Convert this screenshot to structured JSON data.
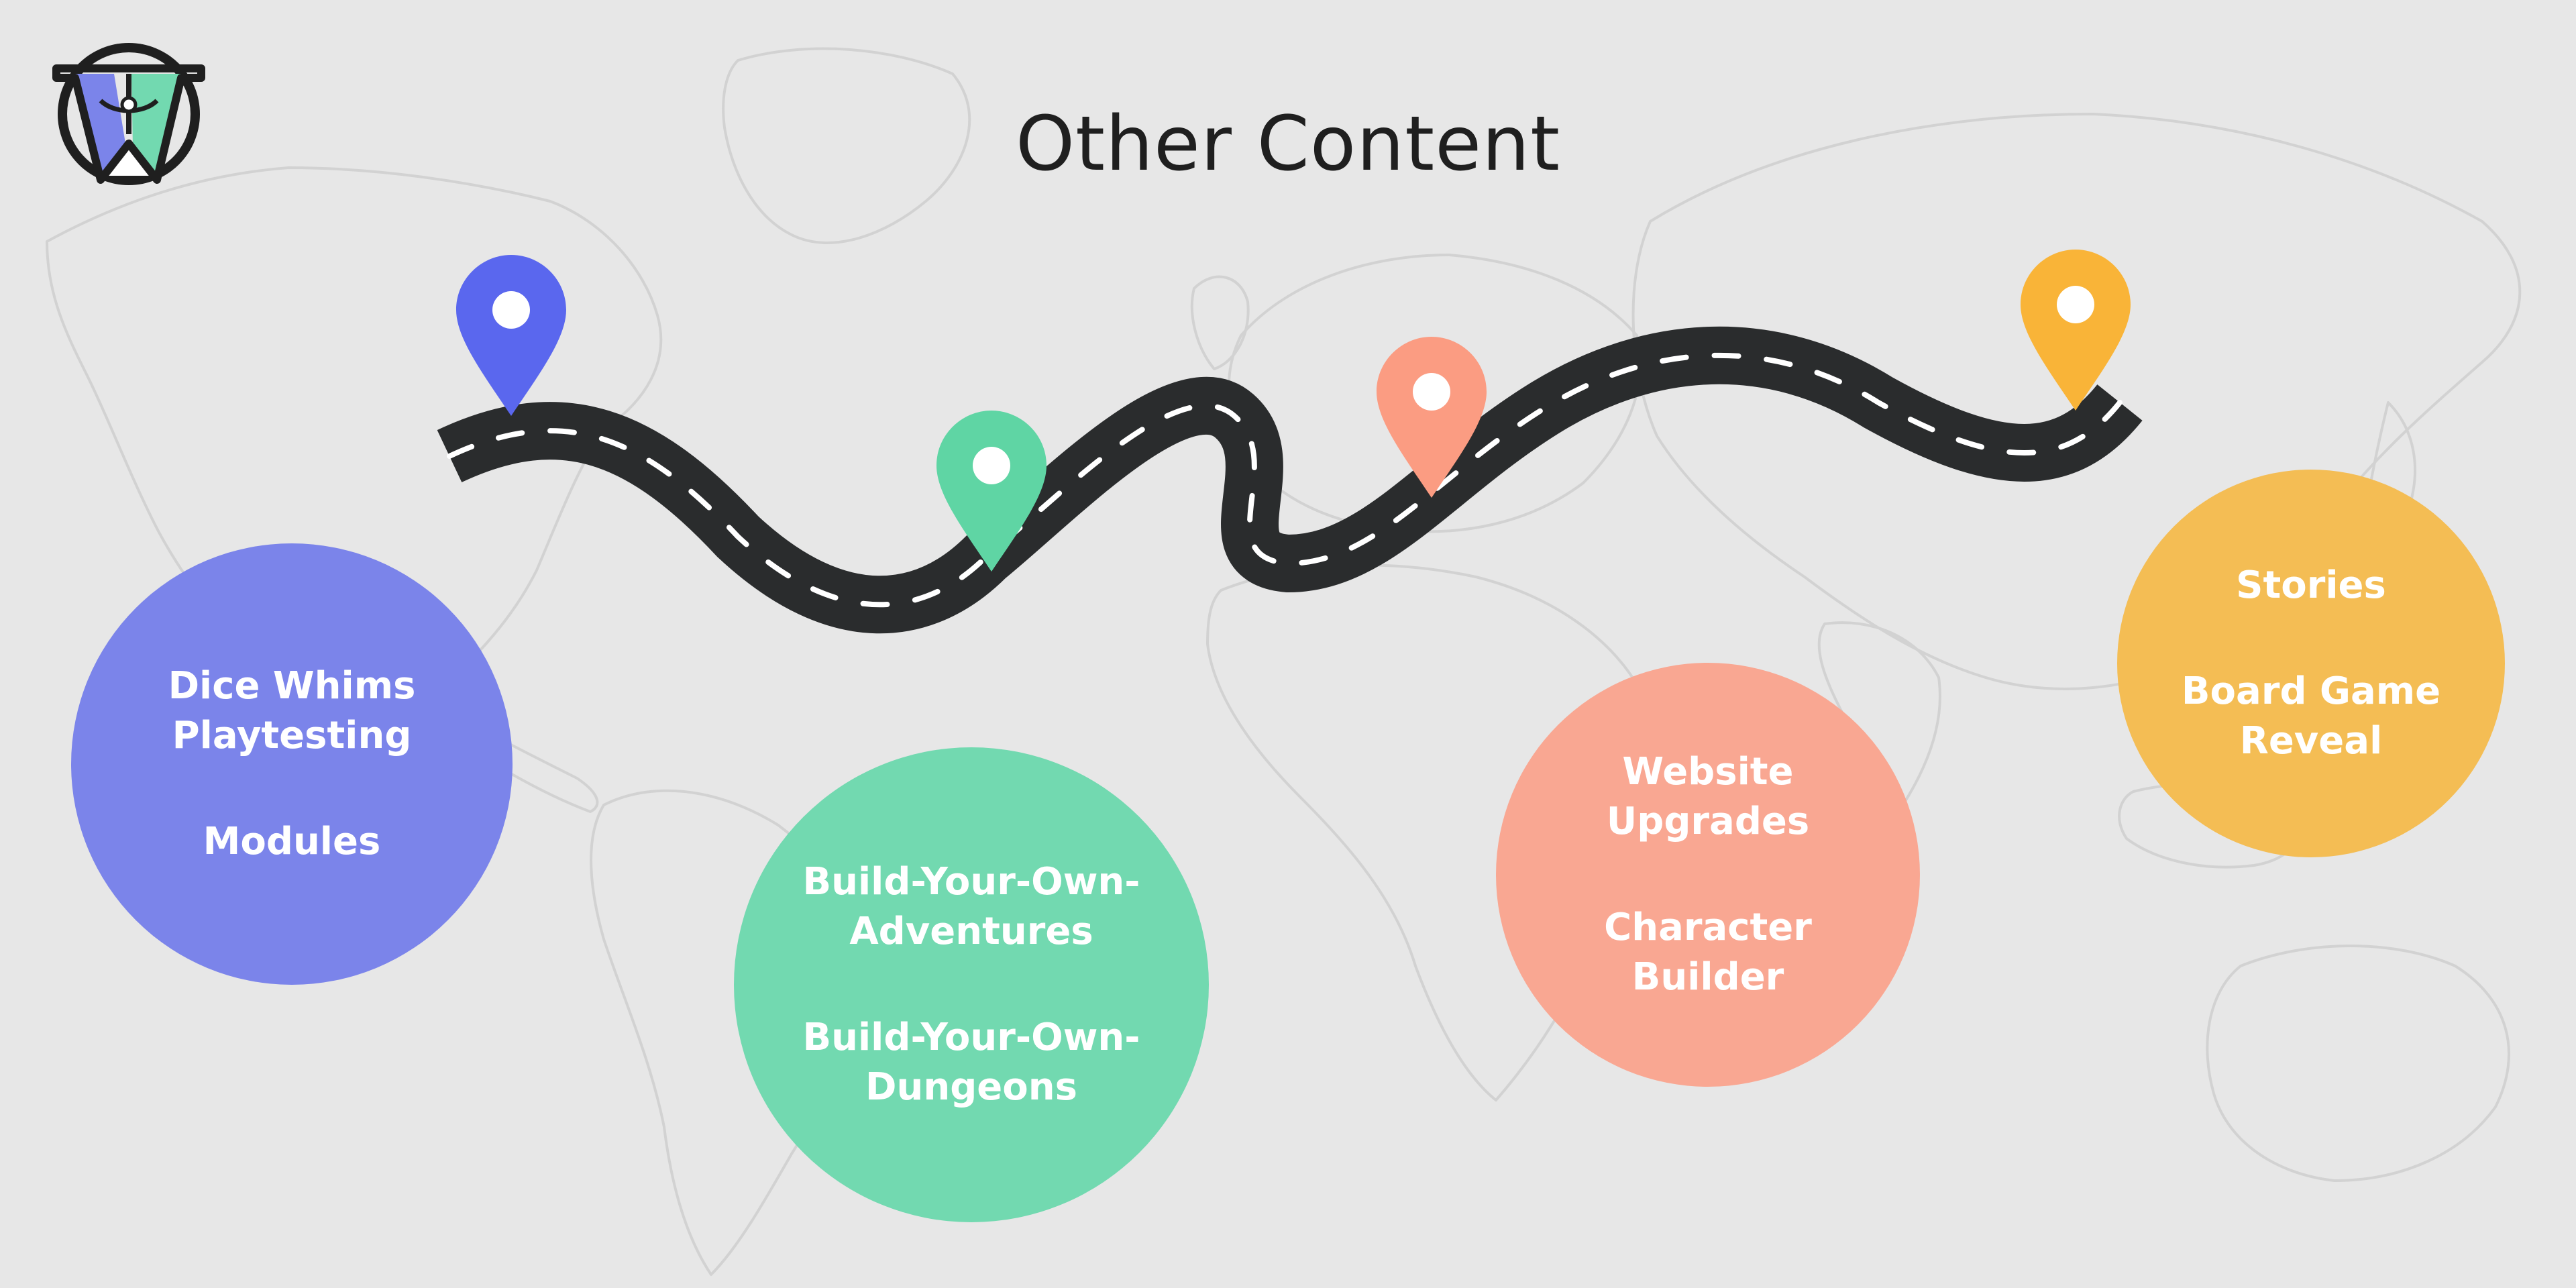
{
  "title": "Other Content",
  "logo": {
    "icon": "w-logo-icon",
    "colors": {
      "dark": "#1f1f1f",
      "purple": "#7b84ea",
      "green": "#72d9b0"
    }
  },
  "road": {
    "color": "#2a2c2d",
    "dash_color": "#ffffff"
  },
  "milestones": [
    {
      "color": "#5a67ee",
      "bubble_color": "#7b84ea",
      "items": [
        "Dice Whims\nPlaytesting",
        "Modules"
      ]
    },
    {
      "color": "#5fd5a4",
      "bubble_color": "#72d9b0",
      "items": [
        "Build-Your-Own-\nAdventures",
        "Build-Your-Own-\nDungeons"
      ]
    },
    {
      "color": "#fb9c82",
      "bubble_color": "#f9a792",
      "items": [
        "Website\nUpgrades",
        "Character\nBuilder"
      ]
    },
    {
      "color": "#f9b438",
      "bubble_color": "#f4bd54",
      "items": [
        "Stories",
        "Board Game\nReveal"
      ]
    }
  ]
}
